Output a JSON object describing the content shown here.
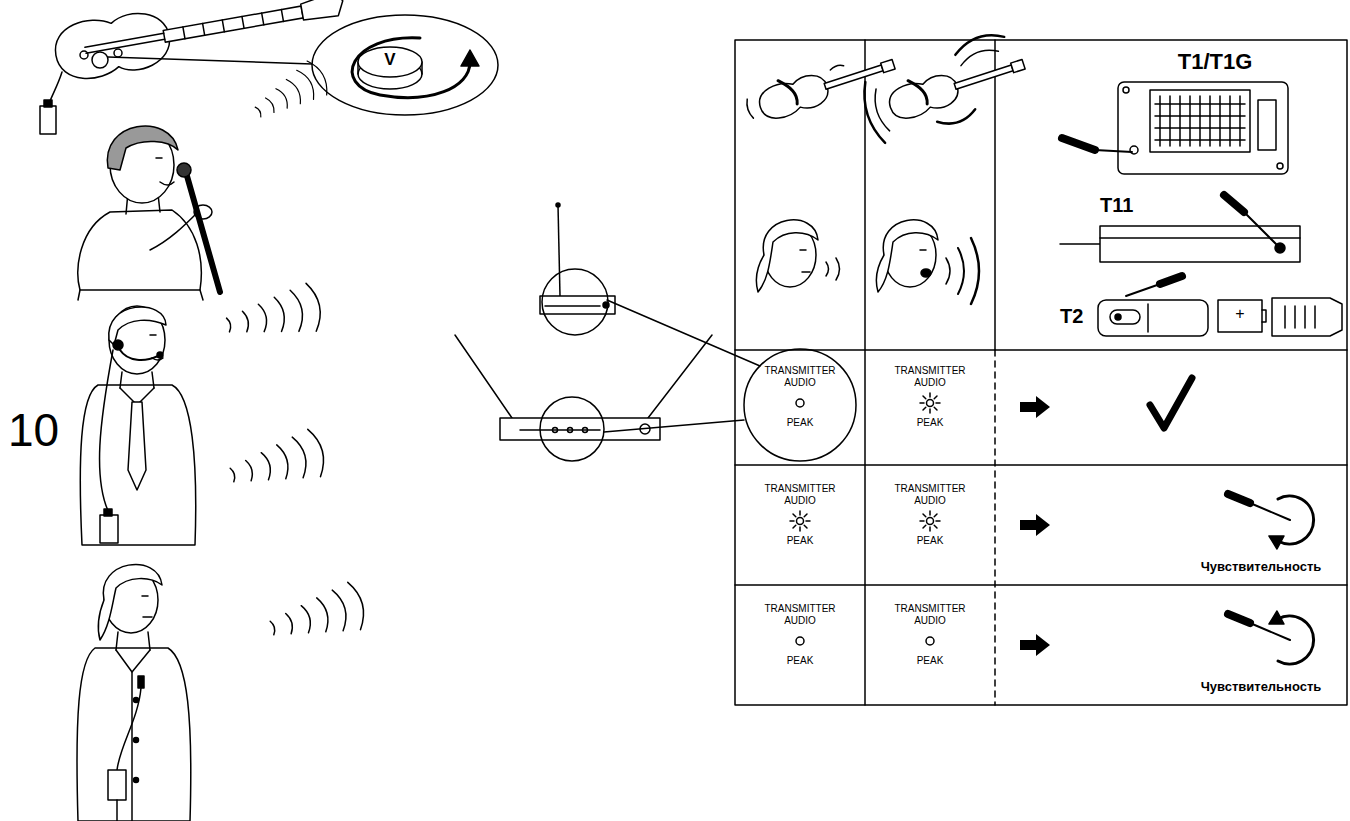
{
  "diagram": {
    "labels": [
      "V",
      "10",
      "T1/T1G",
      "T11",
      "T2",
      "+",
      "TRANSMITTER AUDIO",
      "PEAK",
      "TRANSMITTER AUDIO",
      "PEAK",
      "TRANSMITTER AUDIO",
      "PEAK",
      "TRANSMITTER AUDIO",
      "PEAK",
      "Чувствительность",
      "TRANSMITTER AUDIO",
      "PEAK",
      "TRANSMITTER AUDIO",
      "PEAK",
      "Чувствительность"
    ]
  }
}
